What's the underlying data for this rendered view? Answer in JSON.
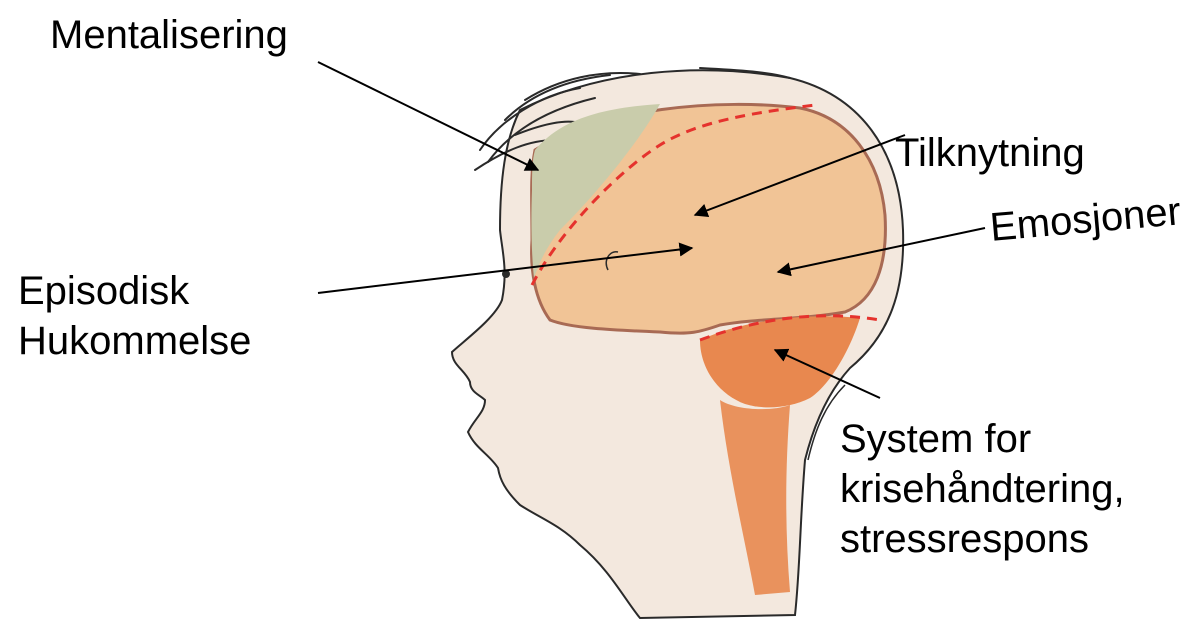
{
  "labels": {
    "mentalisering": "Mentalisering",
    "tilknytning": "Tilknytning",
    "emosjoner": "Emosjoner",
    "episodisk": [
      "Episodisk",
      "Hukommelse"
    ],
    "system": [
      "System for",
      "krisehåndtering,",
      "stressrespons"
    ]
  },
  "regions": [
    {
      "name": "Mentalisering",
      "color": "#c9ccab"
    },
    {
      "name": "Emosjoner",
      "color": "#f1c496"
    },
    {
      "name": "System for krisehåndtering, stressrespons",
      "color": "#e8884f"
    }
  ],
  "colors": {
    "skin": "#f3e8de",
    "outline": "#2a2a2a",
    "brain_outline": "#a86a54",
    "divider": "#e5322d",
    "arrow": "#000000"
  }
}
